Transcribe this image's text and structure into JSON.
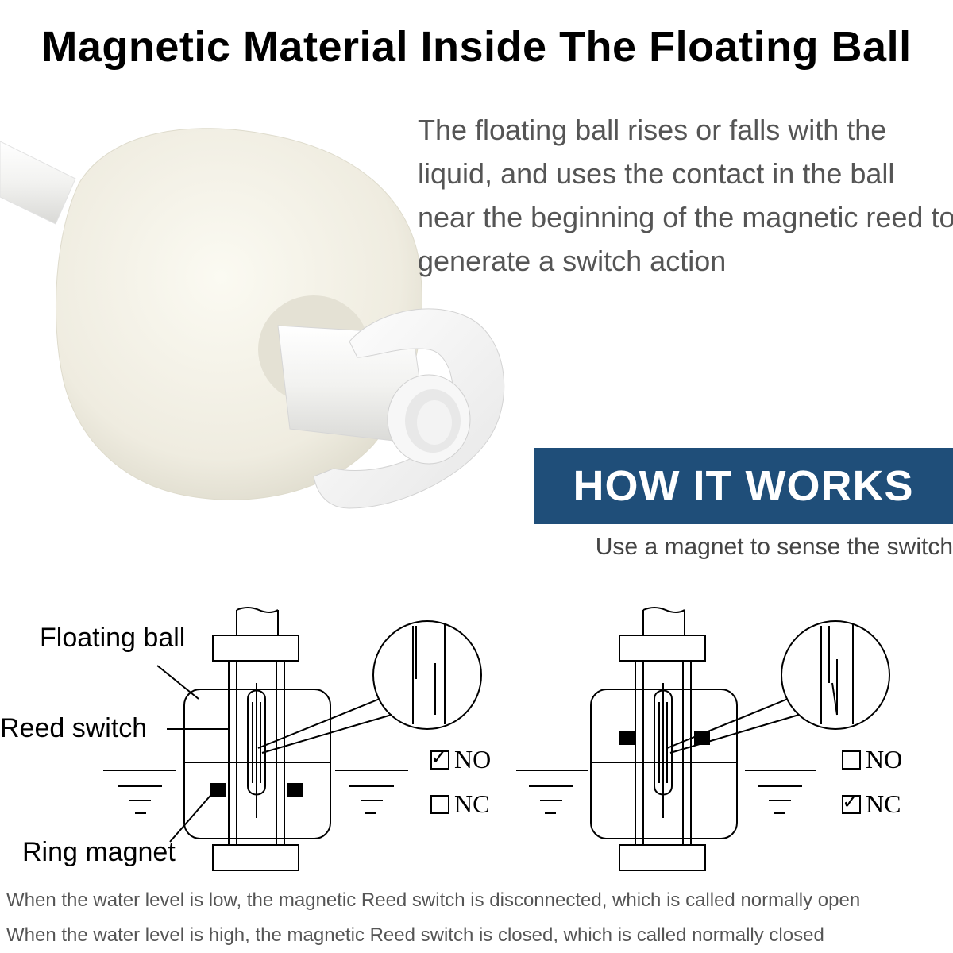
{
  "title": "Magnetic Material Inside The Floating Ball",
  "description": "The floating ball rises or falls with the liquid, and uses the contact in the ball near the beginning of the magnetic reed to generate a switch action",
  "banner": {
    "heading": "HOW IT WORKS",
    "subheading": "Use a magnet to sense the switch"
  },
  "diagram": {
    "labels": {
      "floating_ball": "Floating ball",
      "reed_switch": "Reed switch",
      "ring_magnet": "Ring magnet"
    },
    "low_level": {
      "no": {
        "label": "NO",
        "checked": true
      },
      "nc": {
        "label": "NC",
        "checked": false
      }
    },
    "high_level": {
      "no": {
        "label": "NO",
        "checked": false
      },
      "nc": {
        "label": "NC",
        "checked": true
      }
    }
  },
  "captions": {
    "line1": "When the water level is low, the magnetic Reed switch is disconnected, which is called normally open",
    "line2": "When the water level is high, the magnetic Reed switch is closed, which is called normally closed"
  },
  "colors": {
    "banner": "#1f4e79",
    "float_body": "#f3f1e6"
  }
}
